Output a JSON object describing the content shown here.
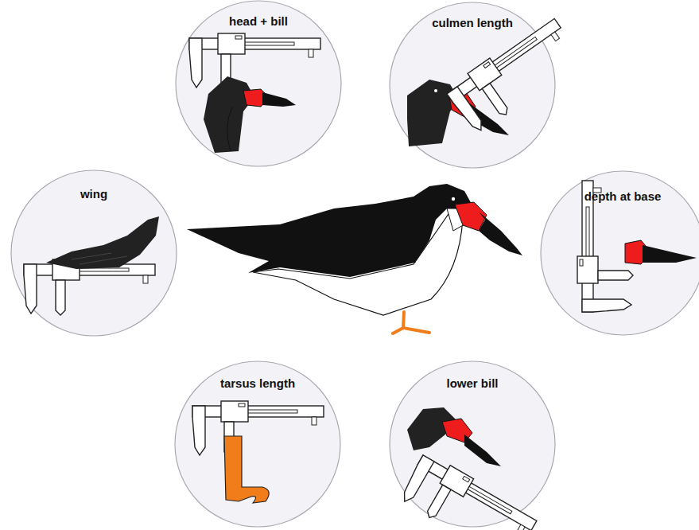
{
  "diagram": {
    "nodes": [
      {
        "text": [
          "head + bill"
        ]
      },
      {
        "text": [
          "culmen length"
        ]
      },
      {
        "text": [
          "wing"
        ]
      },
      {
        "text": [
          "depth at base"
        ]
      },
      {
        "text": [
          "tarsus length"
        ]
      },
      {
        "text": [
          "lower bill"
        ]
      }
    ]
  }
}
